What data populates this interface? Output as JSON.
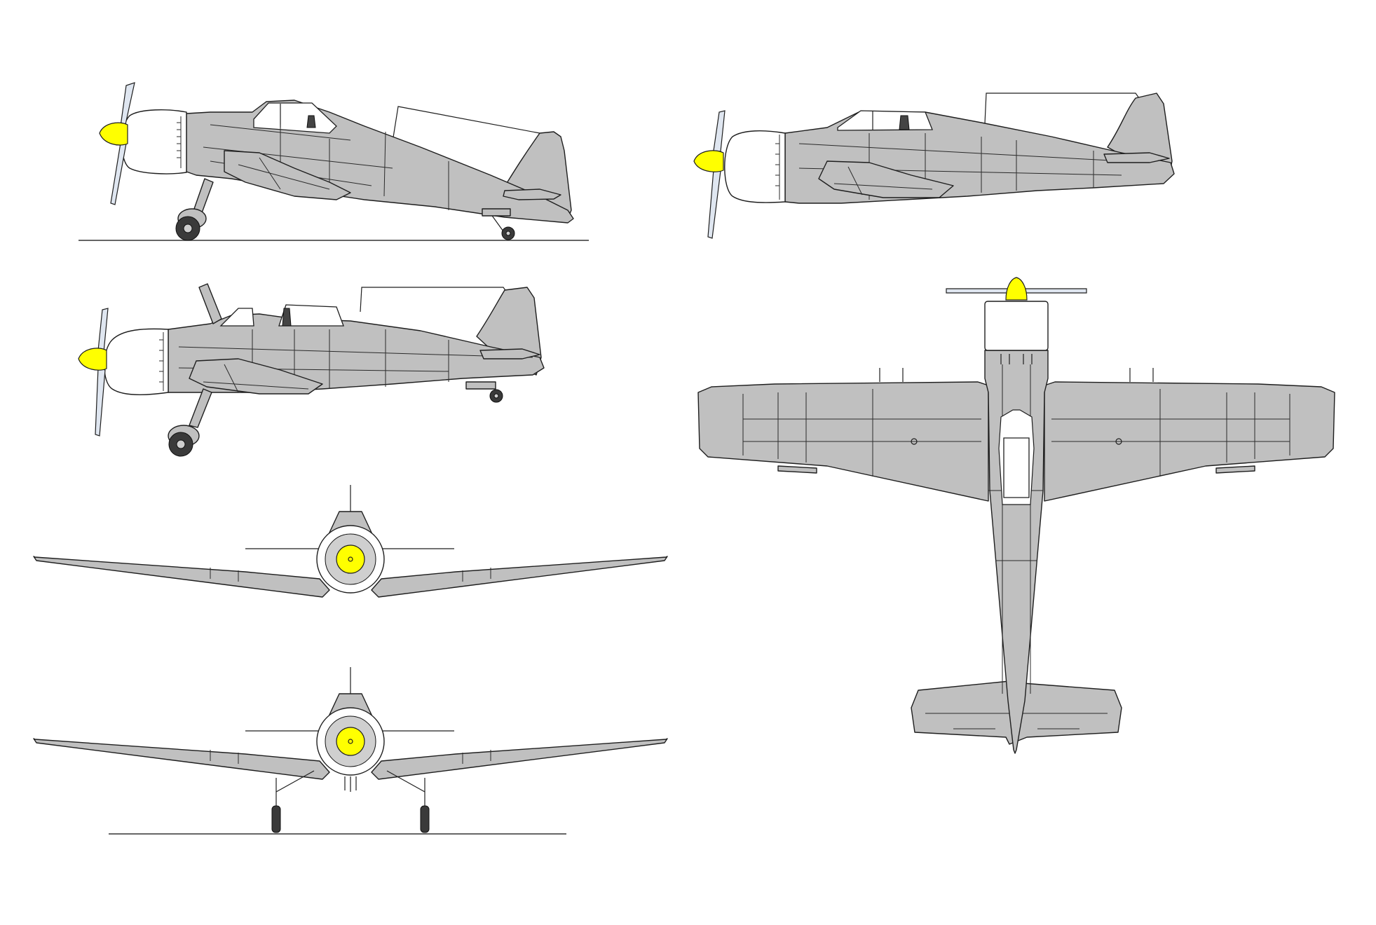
{
  "drawing": {
    "views": [
      {
        "id": "side-profile-landed",
        "label": ""
      },
      {
        "id": "side-profile-in-flight",
        "label": ""
      },
      {
        "id": "side-profile-alt-canopy",
        "label": ""
      },
      {
        "id": "front-view-in-flight",
        "label": ""
      },
      {
        "id": "front-view-landed",
        "label": ""
      },
      {
        "id": "top-view",
        "label": ""
      }
    ],
    "colors": {
      "airframe": "#c0c0c0",
      "spinner": "#ffff00",
      "cowling": "#ffffff",
      "propeller": "#dfe6f0",
      "outline": "#1e1e1e",
      "background": "#ffffff"
    }
  }
}
